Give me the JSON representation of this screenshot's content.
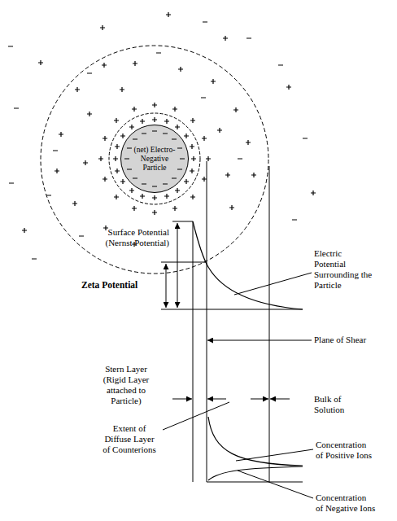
{
  "diagram": {
    "nodes": [
      {
        "text": [
          "(net) Electro-Negative Particle"
        ]
      }
    ],
    "labels": [
      "Surface Potential (Nernst Potential)",
      "Zeta Potential",
      "Electric Potential Surrounding the Particle",
      "Plane of Shear",
      "Stern Layer (Rigid Layer attached to Particle)",
      "Bulk of Solution",
      "Extent of Diffuse Layer of Counterions",
      "Concentration of Positive Ions",
      "Concentration of Negative Ions"
    ]
  }
}
